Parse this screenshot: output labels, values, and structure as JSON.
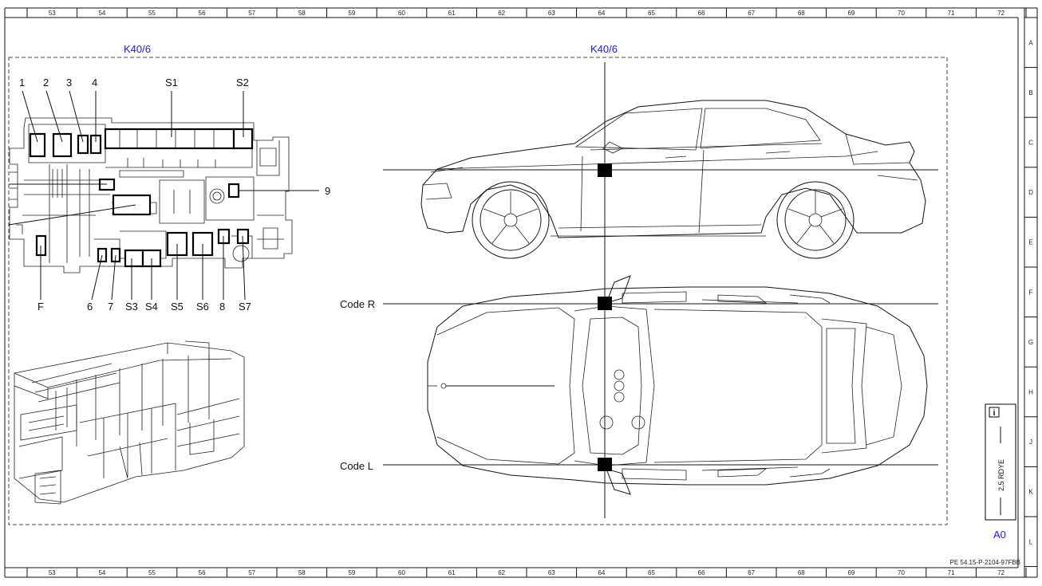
{
  "grid": {
    "columns": [
      "53",
      "54",
      "55",
      "56",
      "57",
      "58",
      "59",
      "60",
      "61",
      "62",
      "63",
      "64",
      "65",
      "66",
      "67",
      "68",
      "69",
      "70",
      "71",
      "72"
    ],
    "rows": [
      "A",
      "B",
      "C",
      "D",
      "E",
      "F",
      "G",
      "H",
      "J",
      "K",
      "L"
    ]
  },
  "titles": {
    "left": "K40/6",
    "right": "K40/6"
  },
  "top_labels": [
    "1",
    "2",
    "3",
    "4",
    "S1",
    "S2"
  ],
  "side_label": "9",
  "bottom_labels": [
    "F",
    "6",
    "7",
    "S3",
    "S4",
    "S5",
    "S6",
    "8",
    "S7"
  ],
  "code_labels": {
    "right": "Code R",
    "left": "Code L"
  },
  "legend": {
    "icon": "i",
    "wire": "2,5 RDYE",
    "ref": "A0"
  },
  "doc_id": "PE 54.15-P-2104-97FBB",
  "colors": {
    "accent": "#1a1adf",
    "line": "#111111"
  }
}
